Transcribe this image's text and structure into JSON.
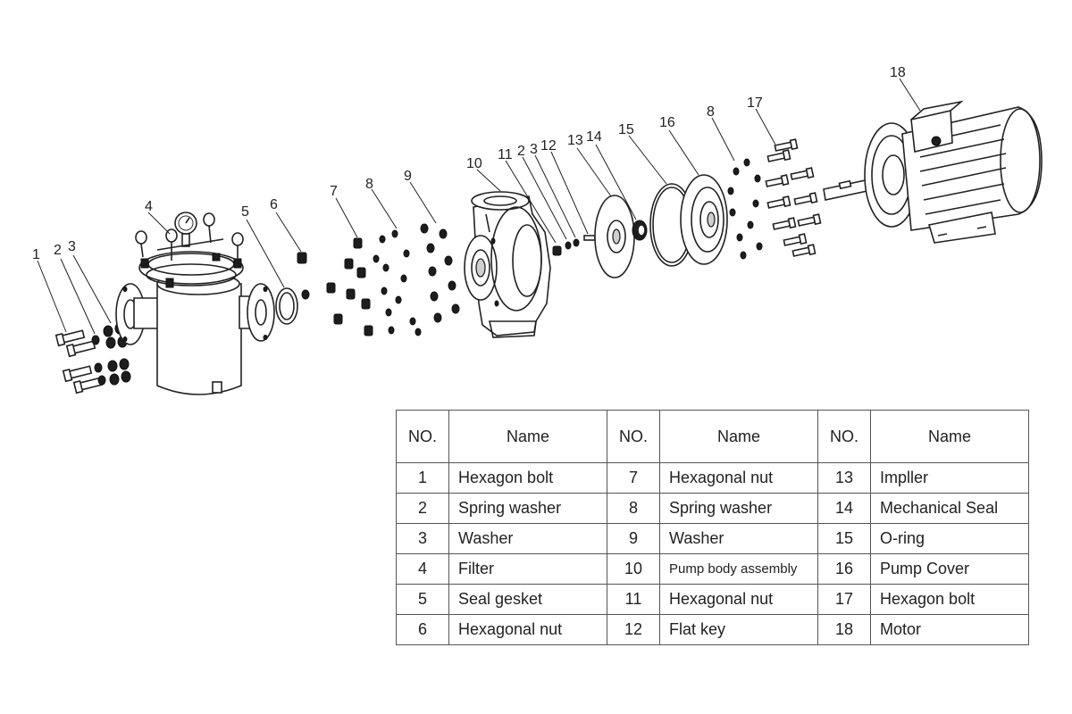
{
  "callouts": [
    "1",
    "2",
    "3",
    "4",
    "5",
    "6",
    "7",
    "8",
    "9",
    "10",
    "11",
    "2",
    "3",
    "12",
    "13",
    "14",
    "15",
    "16",
    "8",
    "17",
    "18"
  ],
  "table": {
    "headers": [
      {
        "no": "NO.",
        "name": "Name"
      },
      {
        "no": "NO.",
        "name": "Name"
      },
      {
        "no": "NO.",
        "name": "Name"
      }
    ],
    "rows": [
      [
        {
          "no": "1",
          "name": "Hexagon bolt"
        },
        {
          "no": "7",
          "name": "Hexagonal nut"
        },
        {
          "no": "13",
          "name": "Impller"
        }
      ],
      [
        {
          "no": "2",
          "name": "Spring washer"
        },
        {
          "no": "8",
          "name": "Spring washer"
        },
        {
          "no": "14",
          "name": "Mechanical Seal"
        }
      ],
      [
        {
          "no": "3",
          "name": "Washer"
        },
        {
          "no": "9",
          "name": "Washer"
        },
        {
          "no": "15",
          "name": "O-ring"
        }
      ],
      [
        {
          "no": "4",
          "name": "Filter"
        },
        {
          "no": "10",
          "name": "Pump body assembly"
        },
        {
          "no": "16",
          "name": "Pump Cover"
        }
      ],
      [
        {
          "no": "5",
          "name": "Seal gesket"
        },
        {
          "no": "11",
          "name": "Hexagonal nut"
        },
        {
          "no": "17",
          "name": "Hexagon bolt"
        }
      ],
      [
        {
          "no": "6",
          "name": "Hexagonal nut"
        },
        {
          "no": "12",
          "name": "Flat key"
        },
        {
          "no": "18",
          "name": "Motor"
        }
      ]
    ]
  }
}
